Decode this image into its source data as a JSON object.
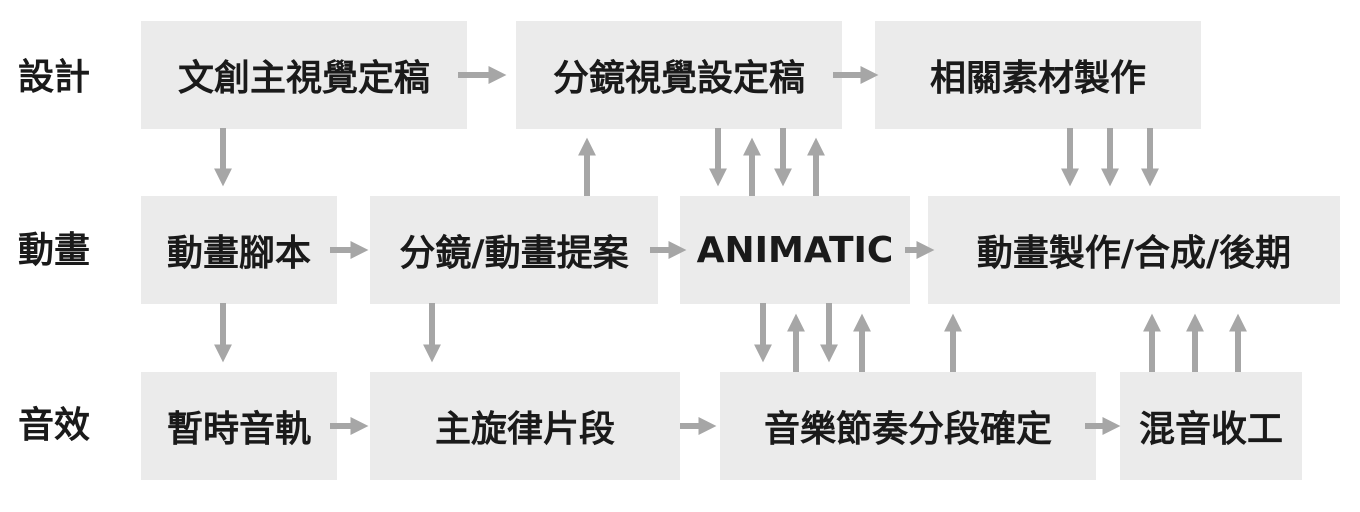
{
  "rows": {
    "design": "設計",
    "animation": "動畫",
    "sound": "音效"
  },
  "nodes": {
    "design_visual": "文創主視覺定稿",
    "storyboard_visual": "分鏡視覺設定稿",
    "materials": "相關素材製作",
    "anim_script": "動畫腳本",
    "storyboard_proposal": "分鏡/動畫提案",
    "animatic": "ANIMATIC",
    "anim_production": "動畫製作/合成/後期",
    "temp_track": "暫時音軌",
    "main_melody": "主旋律片段",
    "music_rhythm": "音樂節奏分段確定",
    "mixing": "混音收工"
  },
  "colors": {
    "box_fill": "#ebebeb",
    "arrow": "#a6a6a6",
    "text": "#1a1a1a"
  }
}
